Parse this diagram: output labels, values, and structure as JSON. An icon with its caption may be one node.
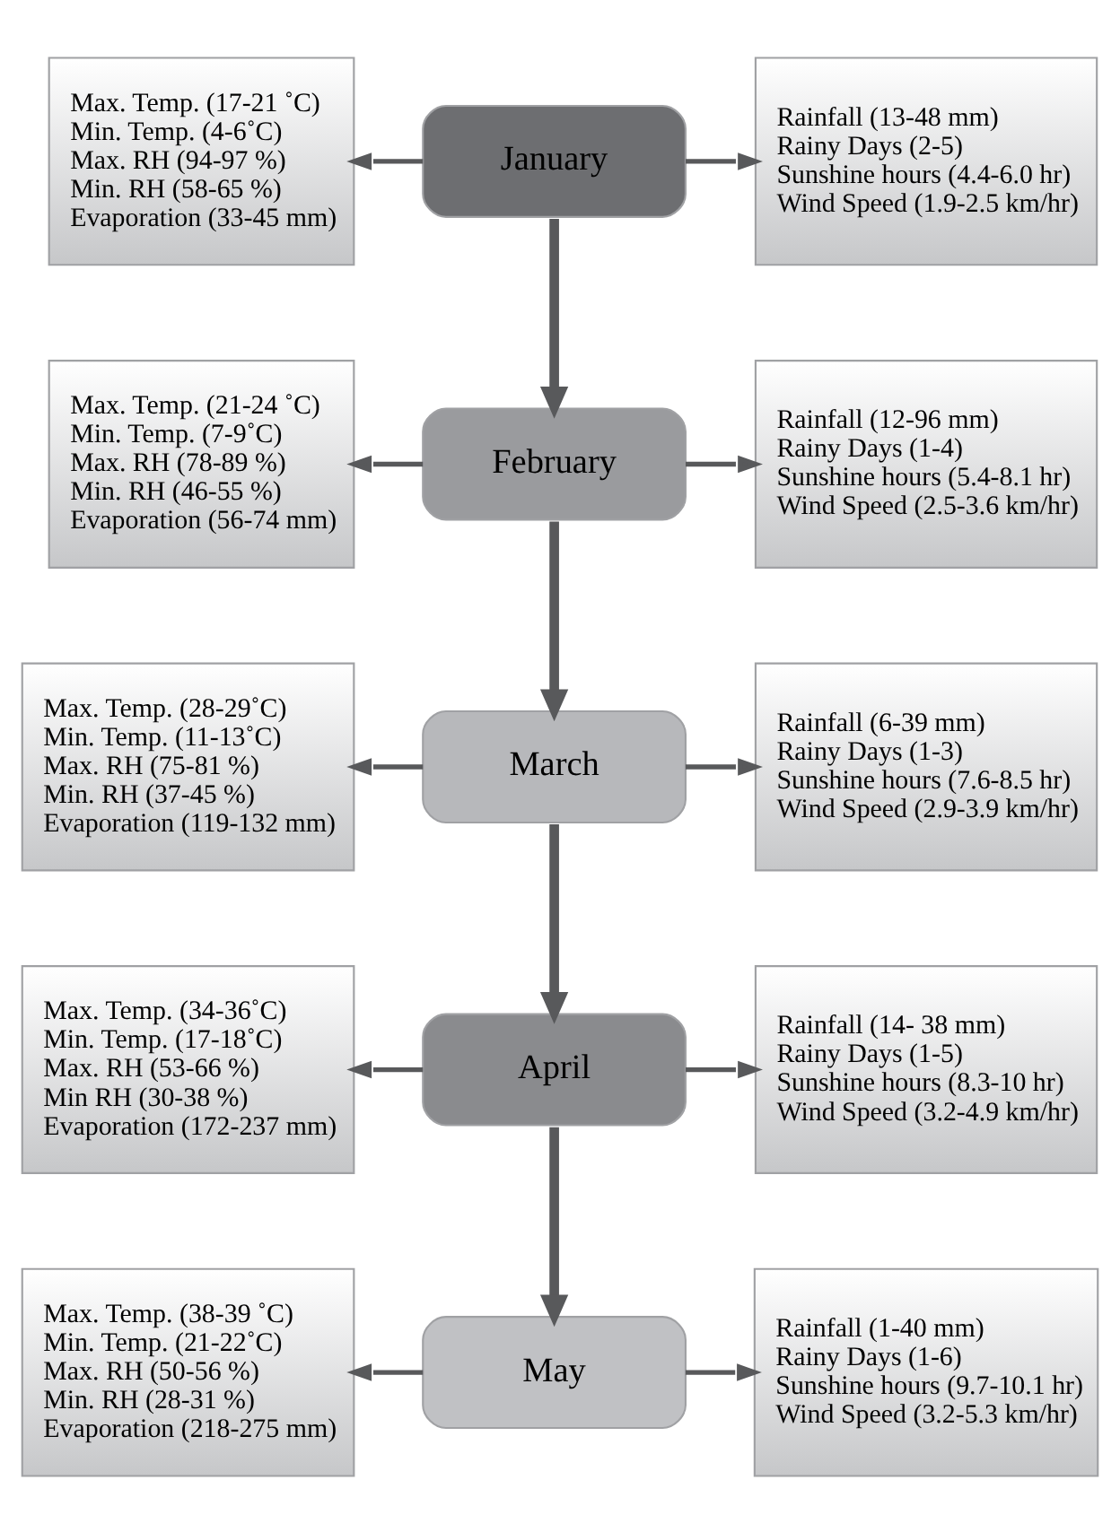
{
  "diagram": {
    "nodes": [
      {
        "text": [
          "Max. Temp. (17-21 ˚C)",
          "Min. Temp. (4-6˚C)",
          "Max. RH (94-97 %)",
          "Min. RH (58-65 %)",
          "Evaporation (33-45 mm)"
        ]
      },
      {
        "text": [
          "January"
        ]
      },
      {
        "text": [
          "Rainfall (13-48 mm)",
          "Rainy Days (2-5)",
          "Sunshine hours (4.4-6.0 hr)",
          "Wind Speed (1.9-2.5 km/hr)"
        ]
      },
      {
        "text": [
          "Max. Temp. (21-24 ˚C)",
          "Min. Temp. (7-9˚C)",
          "Max. RH (78-89 %)",
          "Min. RH (46-55 %)",
          "Evaporation (56-74 mm)"
        ]
      },
      {
        "text": [
          "February"
        ]
      },
      {
        "text": [
          "Rainfall (12-96 mm)",
          "Rainy Days (1-4)",
          "Sunshine hours (5.4-8.1 hr)",
          "Wind Speed (2.5-3.6 km/hr)"
        ]
      },
      {
        "text": [
          "Max. Temp. (28-29˚C)",
          "Min. Temp. (11-13˚C)",
          "Max. RH (75-81 %)",
          "Min. RH (37-45 %)",
          "Evaporation (119-132 mm)"
        ]
      },
      {
        "text": [
          "March"
        ]
      },
      {
        "text": [
          "Rainfall (6-39 mm)",
          "Rainy Days (1-3)",
          "Sunshine hours (7.6-8.5 hr)",
          "Wind Speed (2.9-3.9 km/hr)"
        ]
      },
      {
        "text": [
          "Max. Temp. (34-36˚C)",
          "Min. Temp. (17-18˚C)",
          "Max. RH (53-66 %)",
          "Min RH (30-38 %)",
          "Evaporation (172-237 mm)"
        ]
      },
      {
        "text": [
          "April"
        ]
      },
      {
        "text": [
          "Rainfall (14- 38 mm)",
          "Rainy Days (1-5)",
          "Sunshine hours (8.3-10 hr)",
          "Wind Speed (3.2-4.9 km/hr)"
        ]
      },
      {
        "text": [
          "Max. Temp. (38-39 ˚C)",
          "Min. Temp. (21-22˚C)",
          "Max. RH (50-56 %)",
          "Min. RH (28-31 %)",
          "Evaporation (218-275 mm)"
        ]
      },
      {
        "text": [
          "May"
        ]
      },
      {
        "text": [
          "Rainfall (1-40 mm)",
          "Rainy Days (1-6)",
          "Sunshine hours (9.7-10.1 hr)",
          "Wind Speed (3.2-5.3 km/hr)"
        ]
      }
    ],
    "edges": [
      {
        "from": 1,
        "to": 0,
        "arrow": "to"
      },
      {
        "from": 1,
        "to": 2,
        "arrow": "to"
      },
      {
        "from": 1,
        "to": 4,
        "arrow": "to",
        "style": "thick"
      },
      {
        "from": 4,
        "to": 3,
        "arrow": "to"
      },
      {
        "from": 4,
        "to": 5,
        "arrow": "to"
      },
      {
        "from": 4,
        "to": 7,
        "arrow": "to",
        "style": "thick"
      },
      {
        "from": 7,
        "to": 6,
        "arrow": "to"
      },
      {
        "from": 7,
        "to": 8,
        "arrow": "to"
      },
      {
        "from": 7,
        "to": 10,
        "arrow": "to",
        "style": "thick"
      },
      {
        "from": 10,
        "to": 9,
        "arrow": "to"
      },
      {
        "from": 10,
        "to": 11,
        "arrow": "to"
      },
      {
        "from": 10,
        "to": 13,
        "arrow": "to",
        "style": "thick"
      },
      {
        "from": 13,
        "to": 12,
        "arrow": "to"
      },
      {
        "from": 13,
        "to": 14,
        "arrow": "to"
      }
    ]
  }
}
